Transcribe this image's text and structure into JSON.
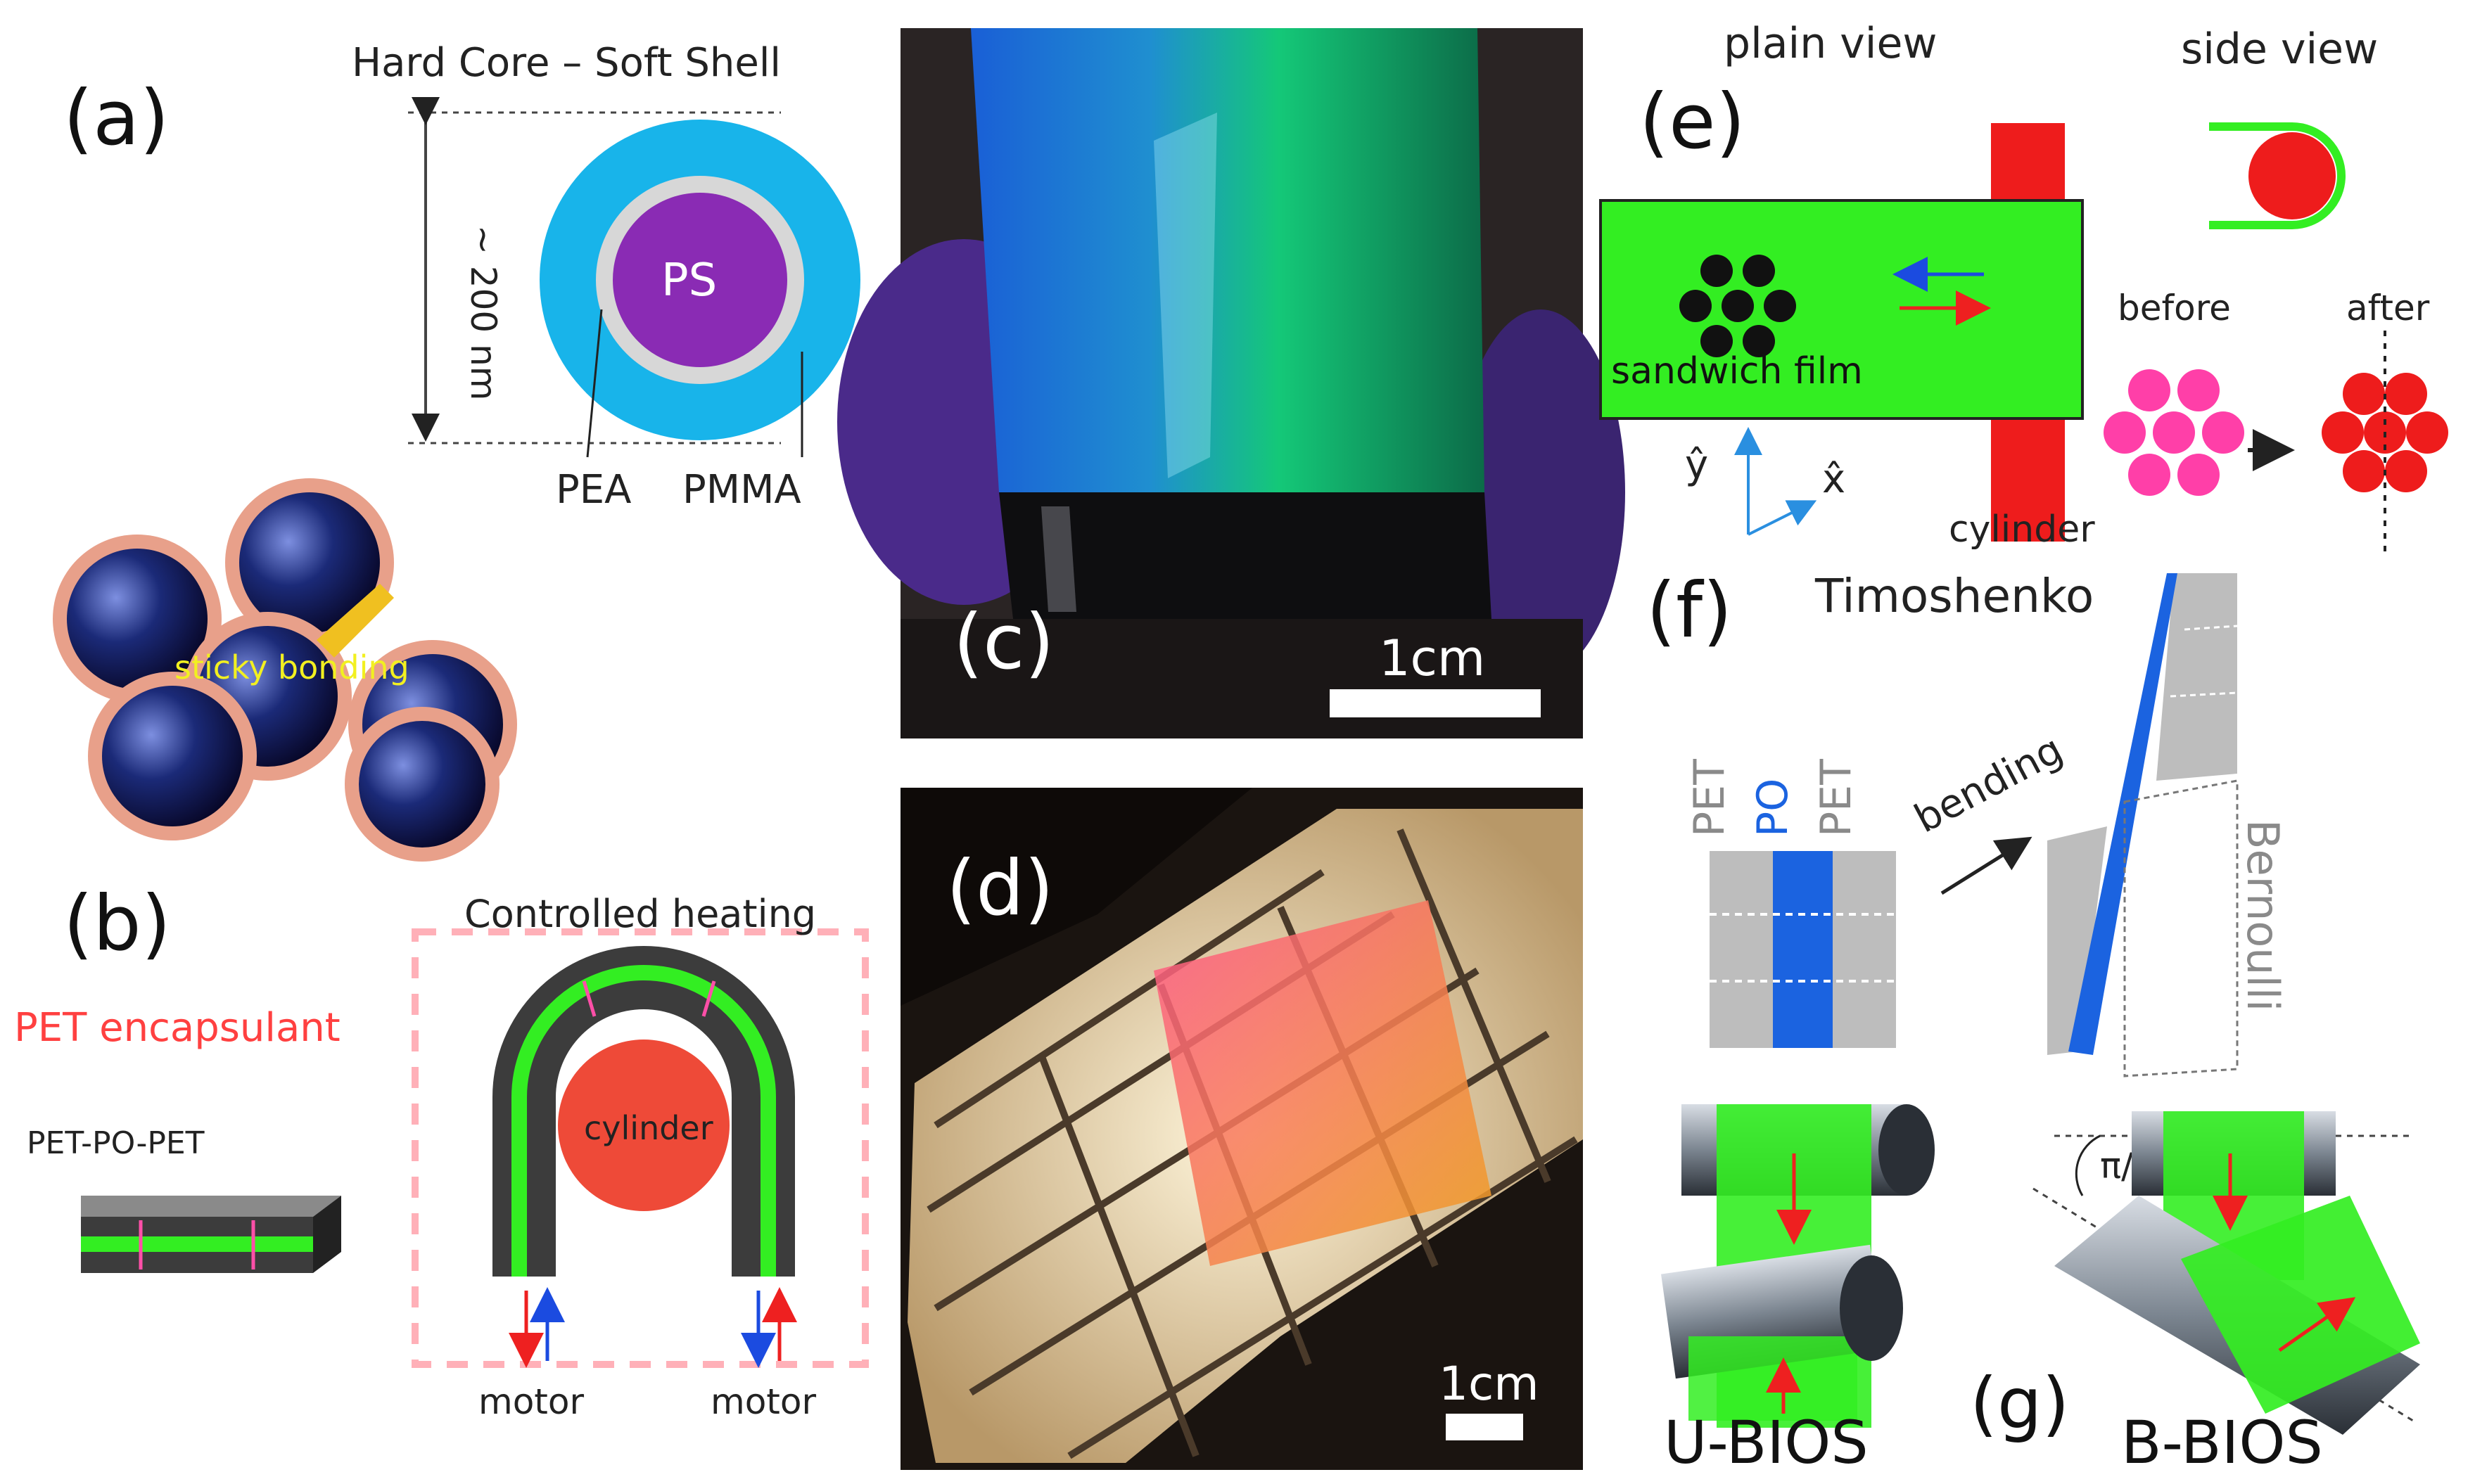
{
  "panel_labels": {
    "a": "(a)",
    "b": "(b)",
    "c": "(c)",
    "d": "(d)",
    "e": "(e)",
    "f": "(f)",
    "g": "(g)"
  },
  "panel_a": {
    "title": "Hard Core – Soft Shell",
    "diameter": "~ 200 nm",
    "core": "PS",
    "shell_label": "PEA",
    "inner_label": "PMMA",
    "bonding": "sticky bonding"
  },
  "panel_b": {
    "encapsulant": "PET encapsulant",
    "stack": "PET-PO-PET",
    "heating": "Controlled heating",
    "cylinder": "cylinder",
    "motor_left": "motor",
    "motor_right": "motor"
  },
  "panel_c": {
    "scale": "1cm"
  },
  "panel_d": {
    "scale": "1cm"
  },
  "panel_e": {
    "plain_view": "plain view",
    "side_view": "side view",
    "film": "sandwich film",
    "cylinder": "cylinder",
    "before": "before",
    "after": "after",
    "axis_y": "ŷ",
    "axis_x": "x̂"
  },
  "panel_f": {
    "timoshenko": "Timoshenko",
    "bending": "bending",
    "layer_left": "PET",
    "layer_mid": "PO",
    "layer_right": "PET",
    "bernoulli": "Bernoulli"
  },
  "panel_g": {
    "u": "U-BIOS",
    "b": "B-BIOS",
    "angle": "π/6"
  },
  "colors": {
    "green": "#33ee22",
    "blue": "#1b63e0",
    "red": "#ee2020",
    "pink": "#ff4fa8",
    "cyan": "#18b4ea",
    "purple": "#8a2bb4",
    "gray": "#bdbdbd",
    "dark": "#3c3c3c"
  }
}
